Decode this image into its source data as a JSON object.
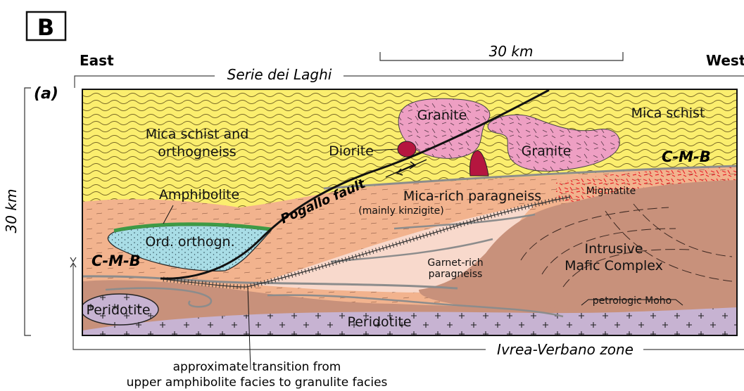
{
  "panel_label": "B",
  "orientation": {
    "left": "East",
    "right": "West"
  },
  "scale_bar_label": "30 km",
  "vertical_scale_label": "30 km",
  "section_label": "(a)",
  "zones": {
    "upper": "Serie dei Laghi",
    "lower": "Ivrea-Verbano zone"
  },
  "units": {
    "mica_schist_orthogneiss_1": "Mica schist and",
    "mica_schist_orthogneiss_2": "orthogneiss",
    "mica_schist": "Mica schist",
    "granite_1": "Granite",
    "granite_2": "Granite",
    "diorite": "Diorite",
    "amphibolite": "Amphibolite",
    "ord_orthogneiss": "Ord. orthogn.",
    "mica_rich_paragneiss": "Mica-rich paragneiss",
    "kinzigite_note": "(mainly kinzigite)",
    "migmatite": "Migmatite",
    "garnet_paragneiss_1": "Garnet-rich",
    "garnet_paragneiss_2": "paragneiss",
    "intrusive_1": "Intrusive",
    "intrusive_2": "Mafic Complex",
    "peridotite_left": "Peridotite",
    "peridotite_main": "Peridotite",
    "petrologic_moho": "petrologic Moho"
  },
  "structures": {
    "pogallo_fault": "Pogallo fault",
    "cmb_right": "C-M-B",
    "cmb_left": "C-M-B"
  },
  "caption_1": "approximate transition from",
  "caption_2": "upper amphibolite facies to granulite facies",
  "colors": {
    "mica_schist": "#fbee6e",
    "granite": "#ee9fc3",
    "diorite": "#b5163f",
    "paragneiss": "#f2b38e",
    "migmatite_dash": "#e8232a",
    "garnet_paragneiss": "#f8d9cc",
    "intrusive": "#c8917b",
    "peridotite": "#c7b3d2",
    "ord_orthogneiss": "#a9dde6",
    "amphibolite": "#3e9a45",
    "cmb_line": "#8c8c8c"
  }
}
